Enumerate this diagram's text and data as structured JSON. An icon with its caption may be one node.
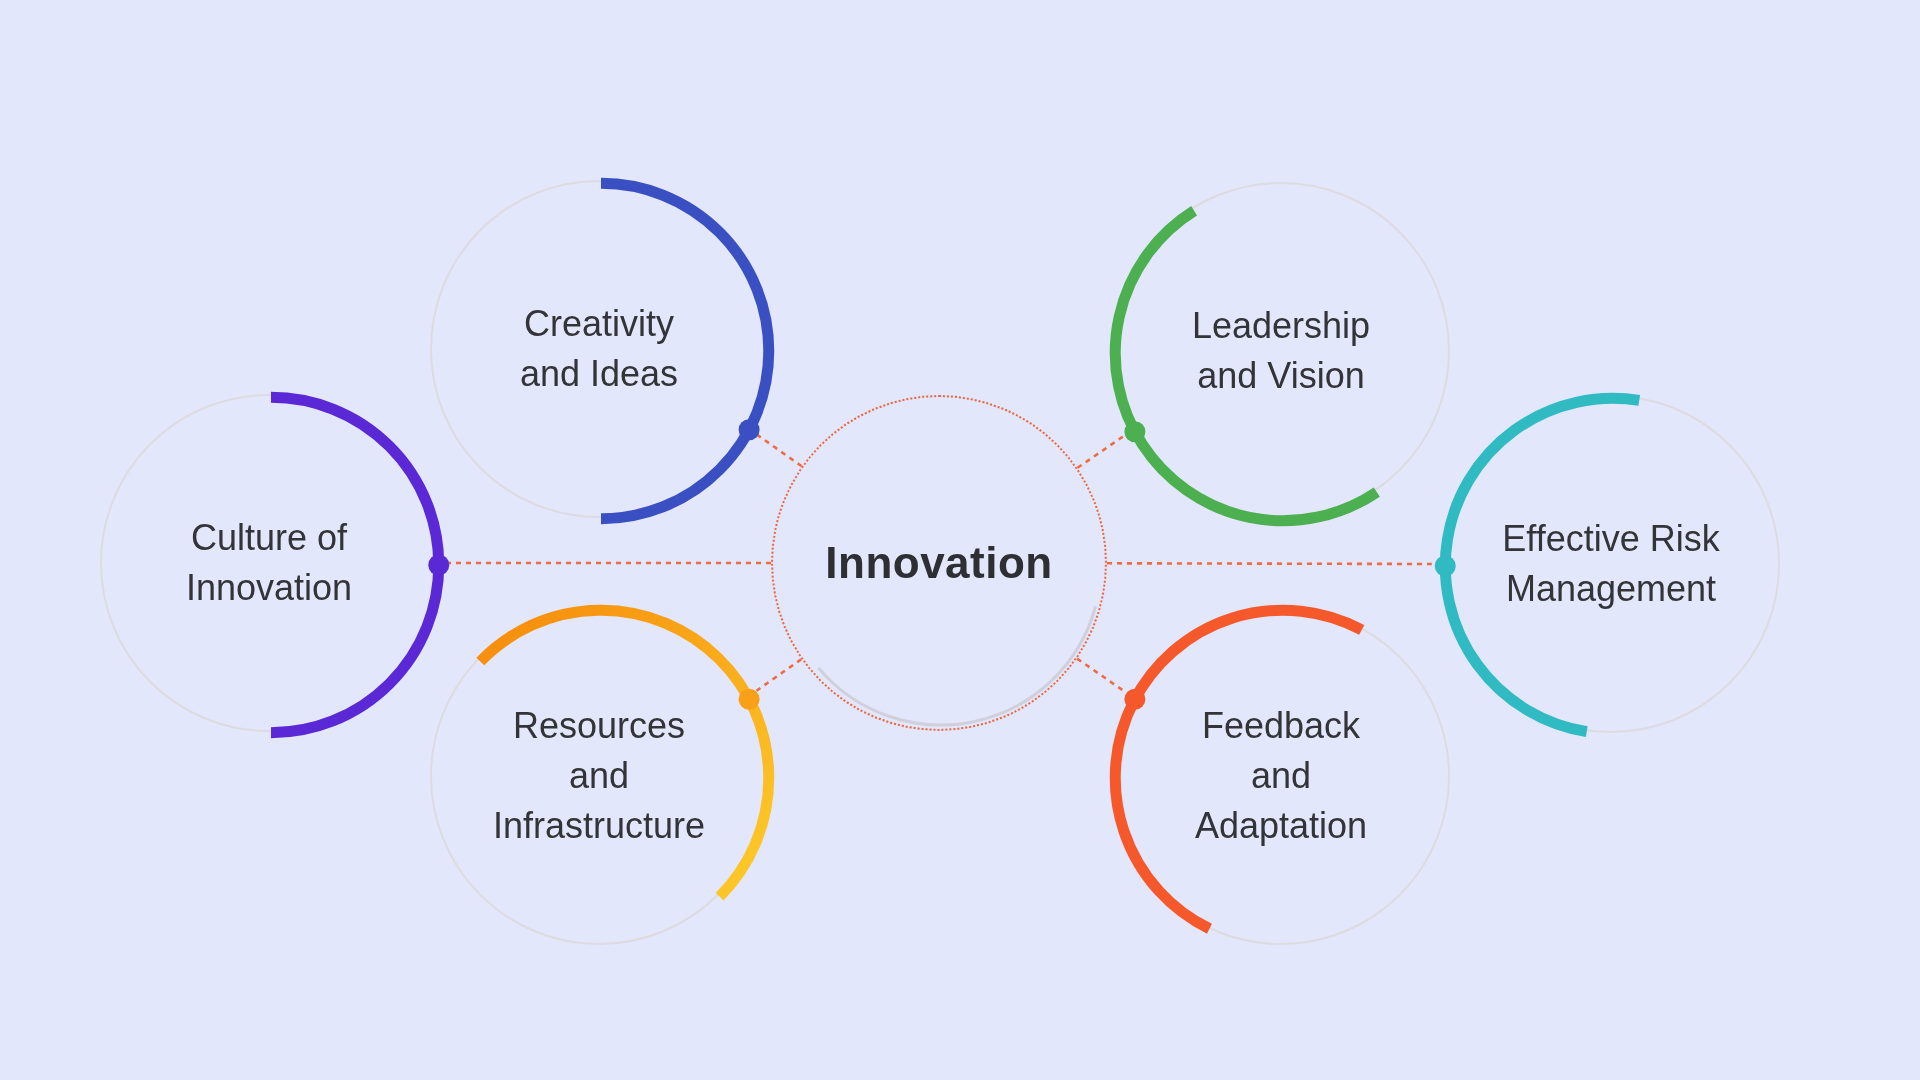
{
  "diagram": {
    "nodes": [
      {
        "text": [
          "Creativity and Ideas"
        ]
      },
      {
        "text": [
          "Leadership and Vision"
        ]
      },
      {
        "text": [
          "Culture of Innovation"
        ]
      },
      {
        "text": [
          "Innovation"
        ]
      },
      {
        "text": [
          "Effective Risk Management"
        ]
      },
      {
        "text": [
          "Resources and Infrastructure"
        ]
      },
      {
        "text": [
          "Feedback and Adaptation"
        ]
      }
    ],
    "edges": [
      {
        "from": 3,
        "to": 0,
        "arrow": "none",
        "style": "dashed"
      },
      {
        "from": 3,
        "to": 1,
        "arrow": "none",
        "style": "dashed"
      },
      {
        "from": 3,
        "to": 2,
        "arrow": "none",
        "style": "dashed"
      },
      {
        "from": 3,
        "to": 4,
        "arrow": "none",
        "style": "dashed"
      },
      {
        "from": 3,
        "to": 5,
        "arrow": "none",
        "style": "dashed"
      },
      {
        "from": 3,
        "to": 6,
        "arrow": "none",
        "style": "dashed"
      }
    ]
  }
}
